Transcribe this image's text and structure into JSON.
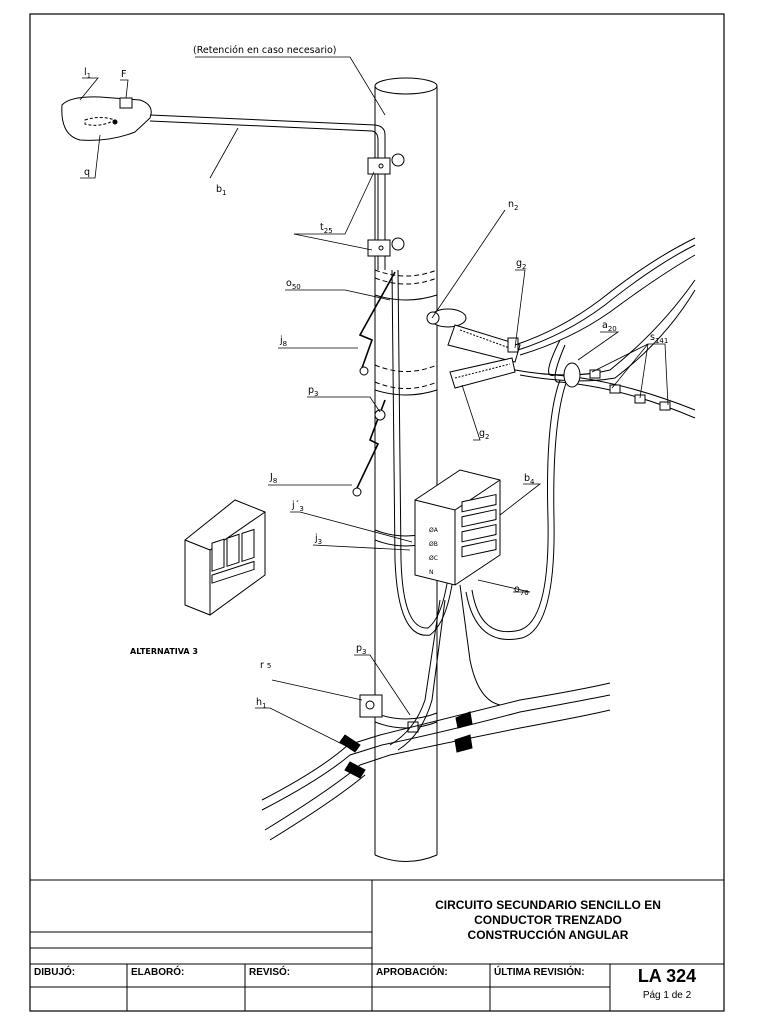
{
  "labels": {
    "retention_note": "(Retención en caso necesario)",
    "l1": "l",
    "l1_sub": "1",
    "f": "F",
    "q": "q",
    "b1": "b",
    "b1_sub": "1",
    "t25": "t",
    "t25_sub": "25",
    "n2": "n",
    "n2_sub": "2",
    "o50": "o",
    "o50_sub": "50",
    "g2_top": "g",
    "g2_top_sub": "2",
    "j8_top": "j",
    "j8_top_sub": "8",
    "a20": "a",
    "a20_sub": "20",
    "s141": "s",
    "s141_sub": "141",
    "p3_top": "p",
    "p3_top_sub": "3",
    "g2_bottom": "g",
    "g2_bottom_sub": "2",
    "j8_bottom": "J",
    "j8_bottom_sub": "8",
    "b4": "b",
    "b4_sub": "4",
    "j3_prime": "j´",
    "j3_prime_sub": "3",
    "j3": "j",
    "j3_sub": "3",
    "o70": "o",
    "o70_sub": "70",
    "alternativa": "ALTERNATIVA 3",
    "p3_bottom": "p",
    "p3_bottom_sub": "3",
    "r5": "r",
    "r5_sub": "5",
    "h1": "h",
    "h1_sub": "1",
    "box_phases": [
      "ØA",
      "ØB",
      "ØC",
      "N"
    ]
  },
  "title_block": {
    "title_line1": "CIRCUITO SECUNDARIO SENCILLO EN",
    "title_line2": "CONDUCTOR TRENZADO",
    "title_line3": "CONSTRUCCIÓN ANGULAR",
    "dibujo": "DIBUJÓ:",
    "elaboro": "ELABORÓ:",
    "reviso": "REVISÓ:",
    "aprobacion": "APROBACIÓN:",
    "ultima_revision": "ÚLTIMA REVISIÓN:",
    "code": "LA 324",
    "page": "Pág 1 de 2"
  }
}
